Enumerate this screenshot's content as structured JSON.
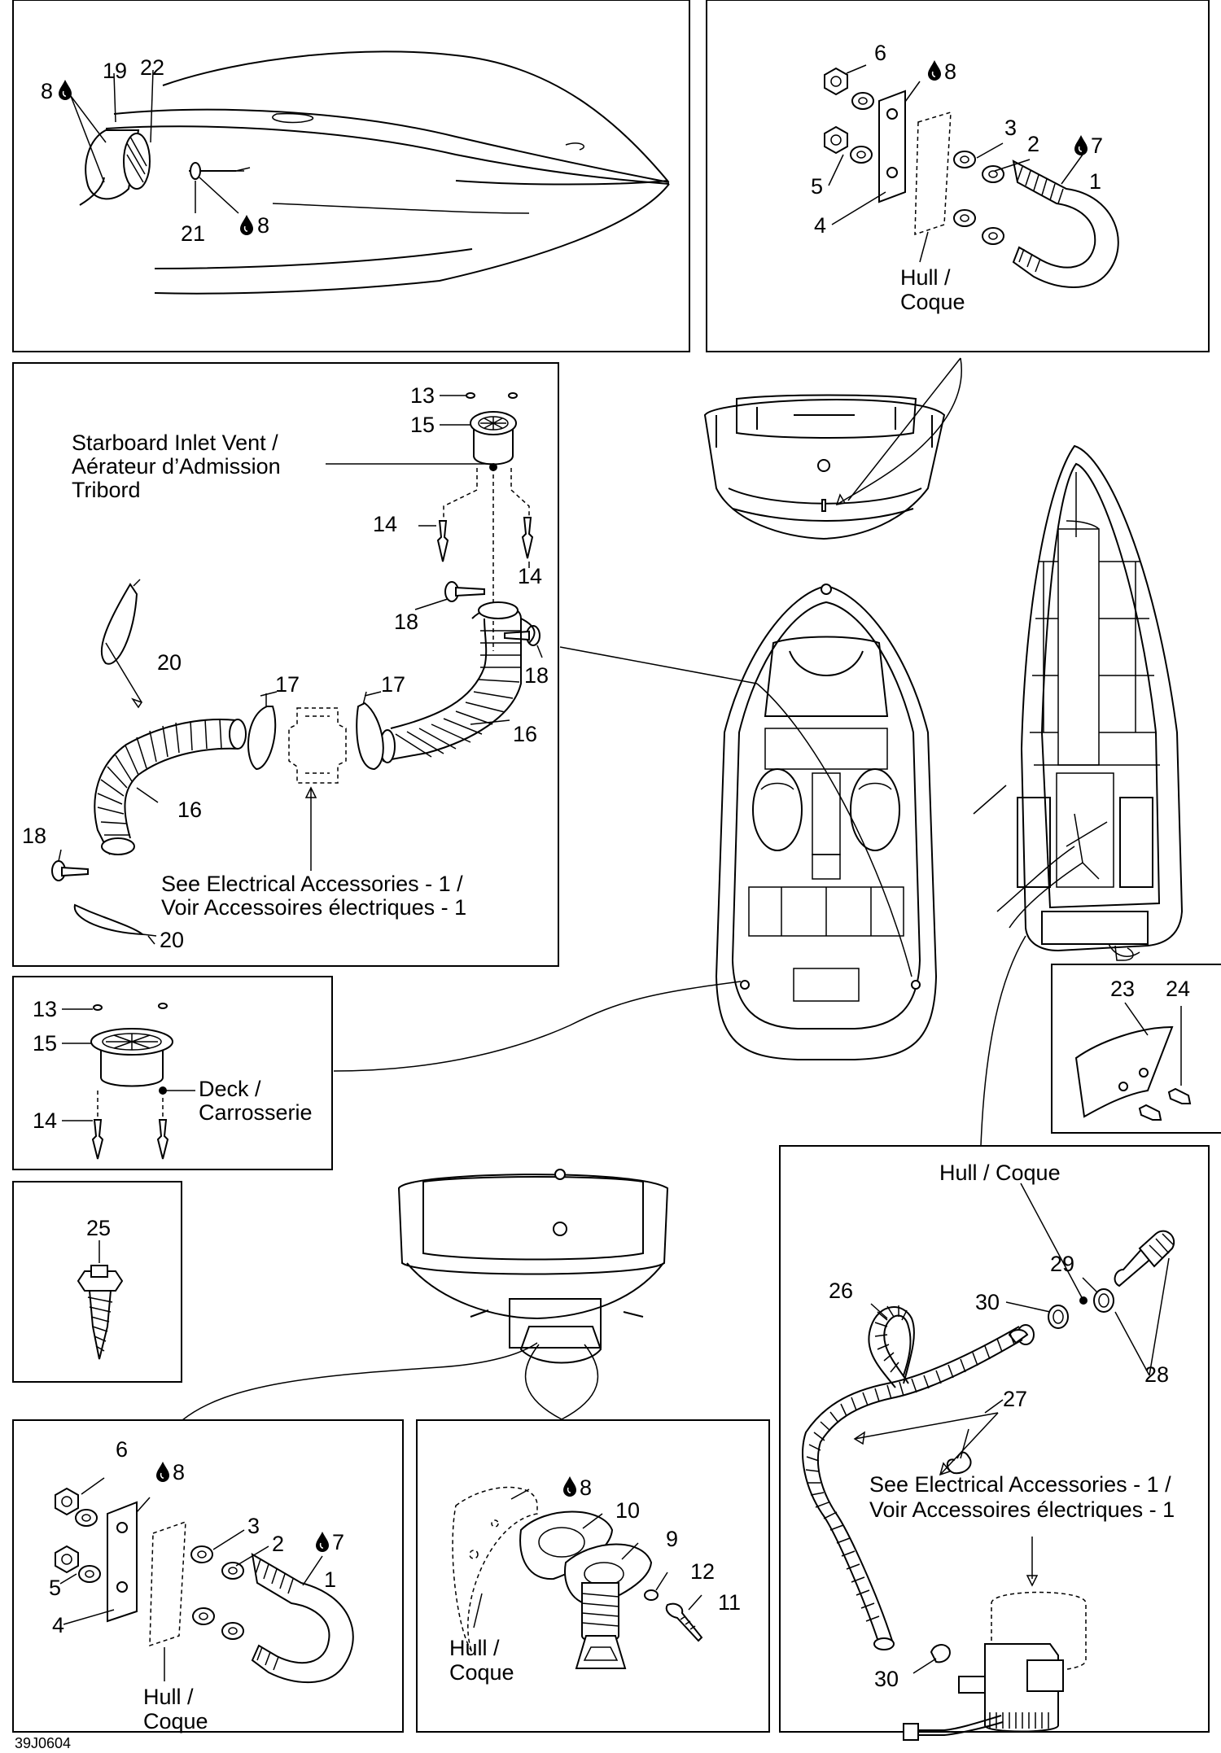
{
  "figure_code": "39J0604",
  "callouts": {
    "top_left": [
      "8",
      "19",
      "22",
      "21",
      "8"
    ],
    "top_right": [
      "6",
      "8",
      "3",
      "2",
      "7",
      "5",
      "1",
      "4"
    ],
    "vent_panel": [
      "13",
      "15",
      "14",
      "14",
      "18",
      "18",
      "20",
      "17",
      "17",
      "16",
      "16",
      "18",
      "20"
    ],
    "deck_panel": [
      "13",
      "15",
      "14"
    ],
    "cap_panel": [
      "23",
      "24"
    ],
    "screw_panel": [
      "25"
    ],
    "bottom_left": [
      "6",
      "8",
      "3",
      "2",
      "7",
      "5",
      "1",
      "4"
    ],
    "bottom_mid": [
      "8",
      "10",
      "9",
      "12",
      "11"
    ],
    "bottom_right": [
      "29",
      "30",
      "26",
      "28",
      "27",
      "30"
    ]
  },
  "texts": {
    "hull_coque": "Hull / Coque",
    "hull": "Hull /",
    "coque": "Coque",
    "starboard_vent_1": "Starboard Inlet Vent /",
    "starboard_vent_2": "Aérateur d’Admission",
    "starboard_vent_3": "Tribord",
    "see_electrical_1": "See Electrical Accessories - 1 /",
    "see_electrical_2": "Voir Accessoires électriques - 1",
    "deck": "Deck /",
    "carrosserie": "Carrosserie"
  }
}
